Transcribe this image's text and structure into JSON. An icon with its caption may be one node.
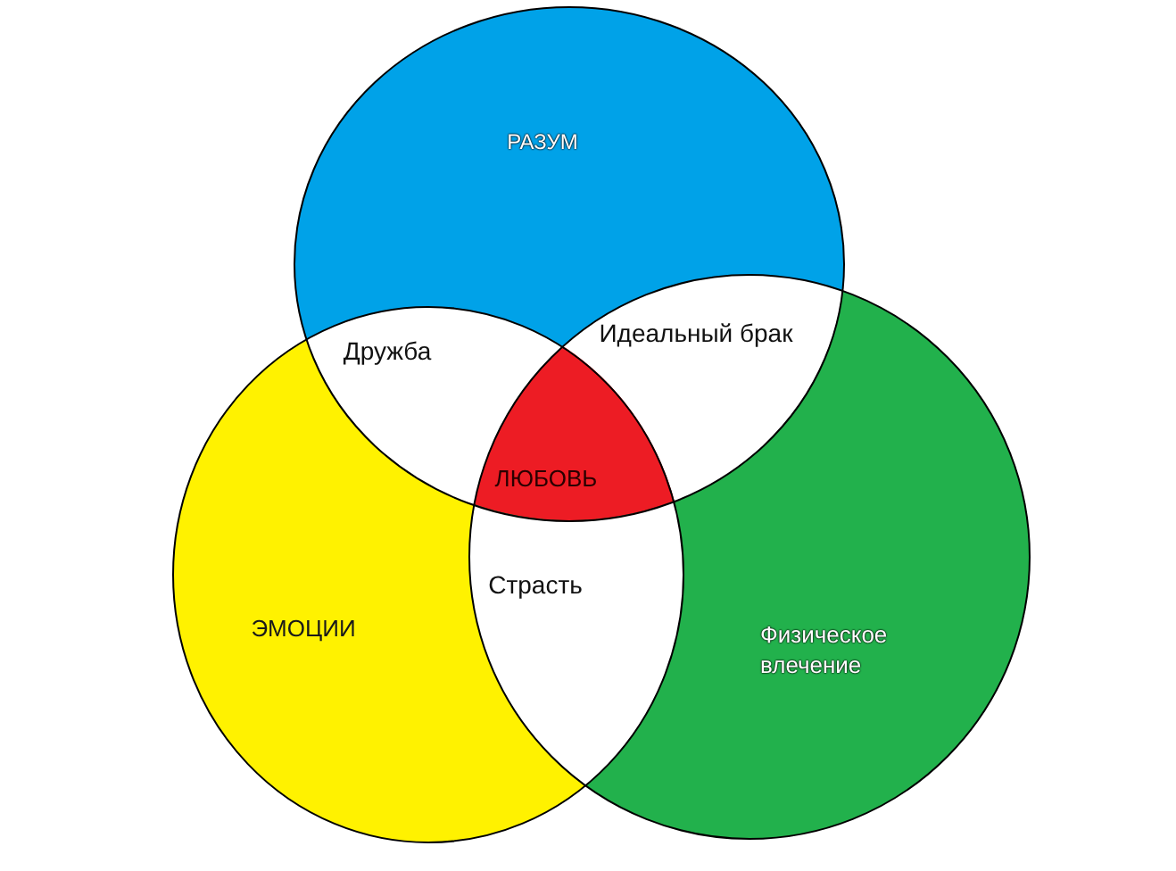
{
  "diagram": {
    "nodes": [
      {
        "text": [
          "РАЗУМ"
        ]
      },
      {
        "text": [
          "Дружба"
        ]
      },
      {
        "text": [
          "Идеальный брак"
        ]
      },
      {
        "text": [
          "ЛЮБОВЬ"
        ]
      },
      {
        "text": [
          "Страсть"
        ]
      },
      {
        "text": [
          "ЭМОЦИИ"
        ]
      },
      {
        "text": [
          "Физическое влечение"
        ]
      }
    ]
  }
}
